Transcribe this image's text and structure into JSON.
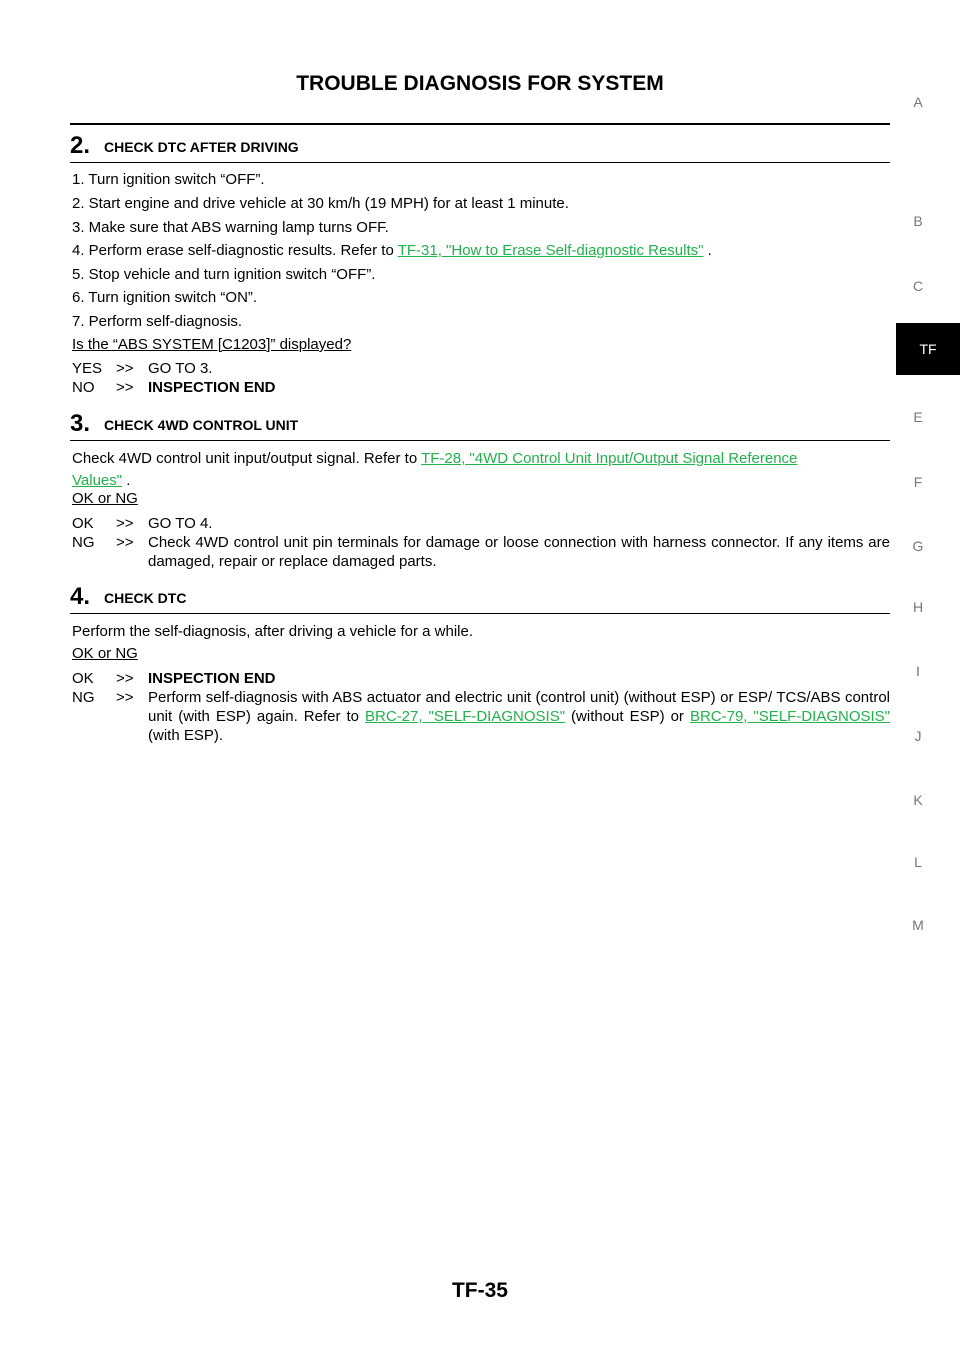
{
  "header": {
    "title": "TROUBLE DIAGNOSIS FOR SYSTEM"
  },
  "side_index": {
    "letters": [
      "A",
      "B",
      "C",
      "TF",
      "E",
      "F",
      "G",
      "H",
      "I",
      "J",
      "K",
      "L",
      "M"
    ],
    "active": "TF"
  },
  "step2": {
    "number": "2.",
    "title": "CHECK DTC AFTER DRIVING",
    "items": [
      "1. Turn ignition switch “OFF”.",
      "2. Start engine and drive vehicle at 30 km/h (19 MPH) for at least 1 minute.",
      "3. Make sure that ABS warning lamp turns OFF.",
      "4. Perform erase self-diagnostic results. Refer to ",
      "5. Stop vehicle and turn ignition switch “OFF”.",
      "6. Turn ignition switch “ON”.",
      "7. Perform self-diagnosis."
    ],
    "item4_link": "TF-31, \"How to Erase Self-diagnostic Results\"",
    "item4_tail": " .",
    "question": "Is the “ABS SYSTEM [C1203]” displayed?",
    "yes_label": "YES",
    "yes_arrow": ">>",
    "yes_text": "GO TO 3.",
    "no_label": "NO",
    "no_arrow": ">>",
    "no_text": "INSPECTION END"
  },
  "step3": {
    "number": "3.",
    "title": "CHECK 4WD CONTROL UNIT",
    "text_pre": "Check 4WD control unit input/output signal. Refer to ",
    "link_line1": "TF-28, \"4WD Control Unit Input/Output Signal Reference",
    "link_line2": "Values\"",
    "text_post": " .",
    "question": "OK or NG",
    "ok_label": "OK",
    "ok_arrow": ">>",
    "ok_text": "GO TO 4.",
    "ng_label": "NG",
    "ng_arrow": ">>",
    "ng_text": "Check 4WD control unit pin terminals for damage or loose connection with harness connector. If any items are damaged, repair or replace damaged parts."
  },
  "step4": {
    "number": "4.",
    "title": "CHECK DTC",
    "text": "Perform the self-diagnosis, after driving a vehicle for a while.",
    "question": "OK or NG",
    "ok_label": "OK",
    "ok_arrow": ">>",
    "ok_text": "INSPECTION END",
    "ng_label": "NG",
    "ng_arrow": ">>",
    "ng_text_pre": "Perform self-diagnosis with ABS actuator and electric unit (control unit) (without ESP) or ESP/ TCS/ABS control unit (with ESP) again. Refer to ",
    "ng_link1": "BRC-27, \"SELF-DIAGNOSIS\"",
    "ng_text_mid": " (without ESP) or ",
    "ng_link2": "BRC-79, \"SELF-DIAGNOSIS\"",
    "ng_text_post": " (with ESP)."
  },
  "footer": {
    "page_number": "TF-35"
  }
}
